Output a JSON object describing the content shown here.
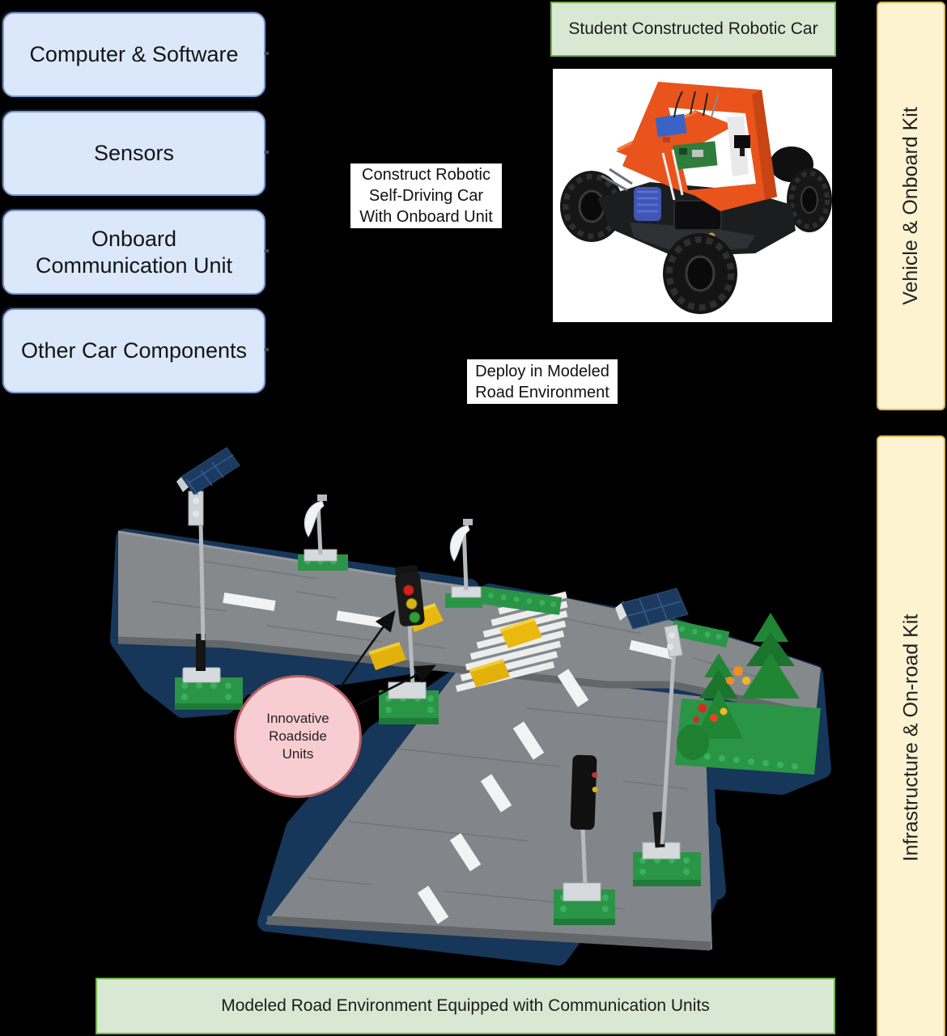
{
  "diagram": {
    "left_boxes": [
      {
        "label": "Computer & Software"
      },
      {
        "label": "Sensors"
      },
      {
        "label": "Onboard\nCommunication Unit"
      },
      {
        "label": "Other Car Components"
      }
    ],
    "top_green_label": "Student Constructed Robotic Car",
    "construct_label": "Construct Robotic\nSelf-Driving Car\nWith Onboard Unit",
    "deploy_label": "Deploy in Modeled\nRoad Environment",
    "roadside_label": "Innovative\nRoadside\nUnits",
    "bottom_green_label": "Modeled Road Environment Equipped with Communication Units",
    "side_bars": [
      {
        "label": "Vehicle & Onboard Kit"
      },
      {
        "label": "Infrastructure & On-road Kit"
      }
    ],
    "colors": {
      "background": "#000000",
      "box_blue_fill": "#dbe8fb",
      "box_blue_border": "#7b99cf",
      "box_green_fill": "#d9e8d3",
      "box_green_border": "#70b54a",
      "bar_tan_fill": "#fdf3d0",
      "bar_tan_border": "#d9b75e",
      "callout_pink_fill": "#f8cdd2",
      "callout_pink_border": "#b95f66",
      "car_accent_orange": "#e8541c",
      "road_gray": "#85898c",
      "base_plate_navy": "#16365a",
      "lego_green": "#2a9447",
      "ramp_yellow": "#eab90f"
    }
  }
}
